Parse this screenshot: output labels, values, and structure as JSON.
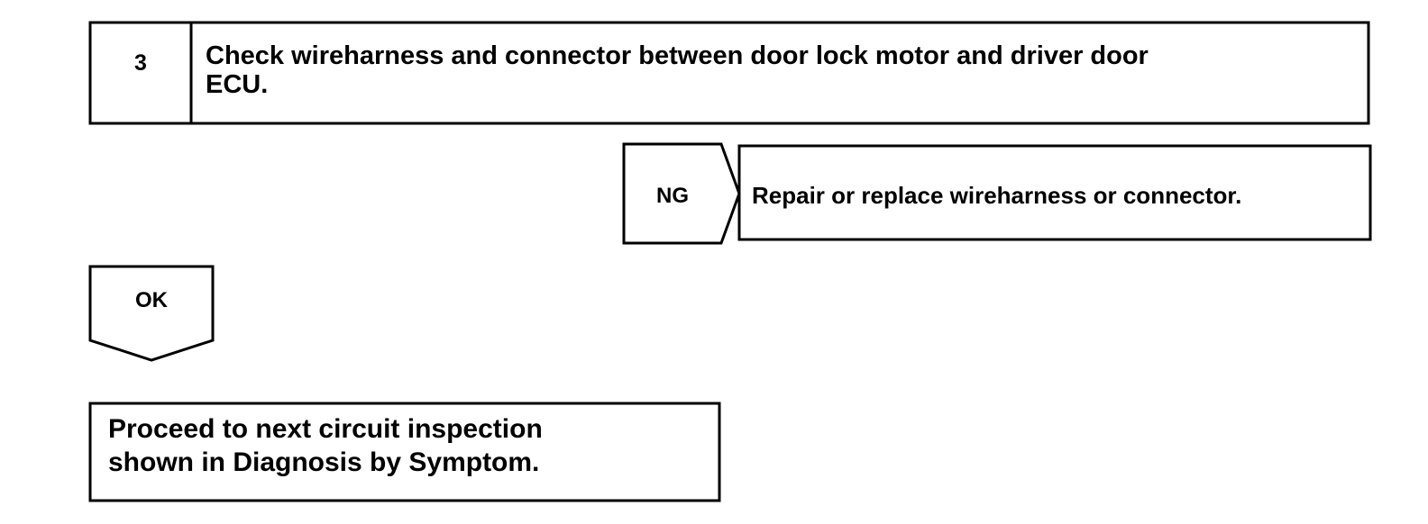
{
  "step": {
    "number": "3",
    "title_lines": [
      "Check wireharness and connector between door lock motor and driver door",
      "ECU."
    ]
  },
  "ng_branch": {
    "label": "NG",
    "action": "Repair or replace wireharness or connector."
  },
  "ok_branch": {
    "label": "OK"
  },
  "next_step": {
    "lines": [
      "Proceed to next circuit inspection",
      "shown in Diagnosis by Symptom."
    ]
  }
}
